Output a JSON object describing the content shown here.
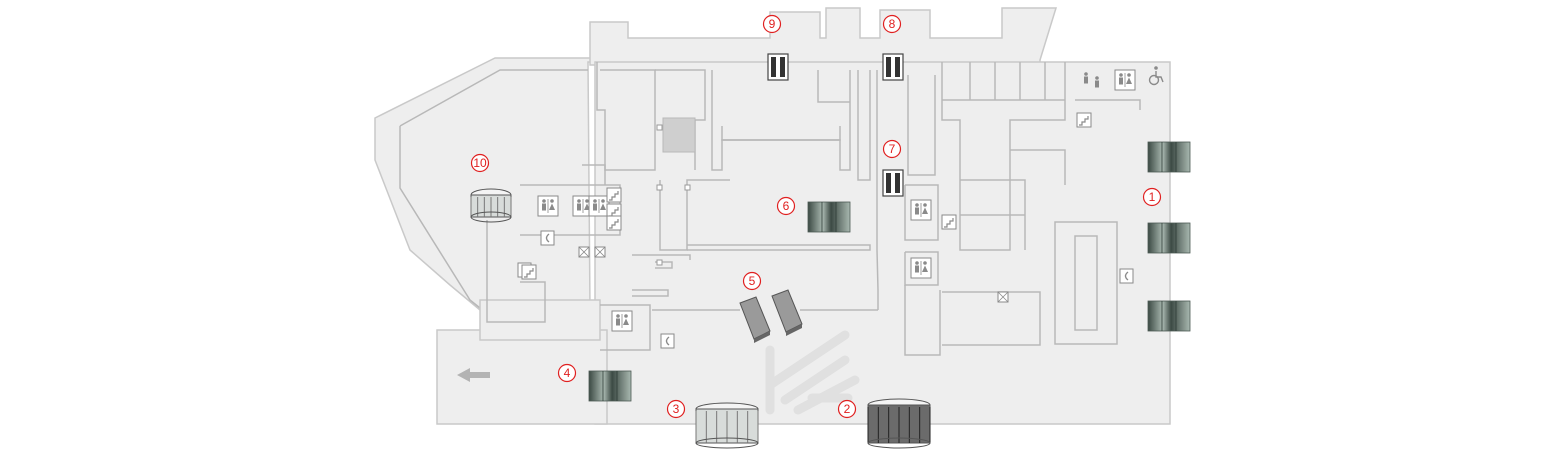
{
  "map": {
    "colors": {
      "floor": "#eeeeee",
      "floor_outline": "#c9c9c9",
      "walls": "#b8b8b8",
      "marker": "#e02020",
      "door_dark": "#3c4a44",
      "door_light": "#a9b8b0",
      "icon": "#8a8a8a",
      "arrow": "#b3b3b3",
      "logo": "#e0e0e0"
    },
    "markers": [
      {
        "label": "1"
      },
      {
        "label": "2"
      },
      {
        "label": "3"
      },
      {
        "label": "4"
      },
      {
        "label": "5"
      },
      {
        "label": "6"
      },
      {
        "label": "7"
      },
      {
        "label": "8"
      },
      {
        "label": "9"
      },
      {
        "label": "10"
      }
    ],
    "icons": {
      "restroom": "restroom-icon",
      "family": "family-room-icon",
      "accessible": "wheelchair-icon",
      "phone": "phone-icon",
      "stairs": "stairs-icon",
      "exit_arrow": "exit-arrow-icon"
    }
  }
}
